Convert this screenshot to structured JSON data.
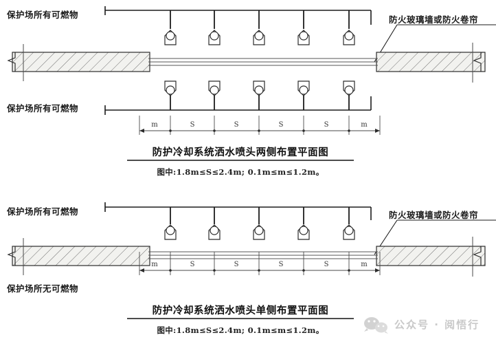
{
  "document": {
    "type": "fire-protection-cooling-system-sprinkler-layout-drawing",
    "background_color": "#ffffff",
    "line_color": "#1b1b1b"
  },
  "diagrams": [
    {
      "id": "two-side-layout",
      "labels": {
        "left_top": "保护场所有可燃物",
        "left_bottom": "保护场所有可燃物",
        "right_leader": "防火玻璃墙或防火卷帘"
      },
      "sprinkler_rows": [
        {
          "position": "above-wall",
          "orientation": "pendent",
          "count": 5
        },
        {
          "position": "below-wall",
          "orientation": "upright",
          "count": 5
        }
      ],
      "dimension_chain": [
        "m",
        "S",
        "S",
        "S",
        "S",
        "m"
      ],
      "caption": {
        "title": "防护冷却系统洒水喷头两侧布置平面图",
        "note": "图中:1.8m≤S≤2.4m;  0.1m≤m≤1.2m。"
      }
    },
    {
      "id": "single-side-layout",
      "labels": {
        "left_top": "保护场所有可燃物",
        "left_bottom": "保护场所无可燃物",
        "right_leader": "防火玻璃墙或防火卷帘"
      },
      "sprinkler_rows": [
        {
          "position": "above-wall",
          "orientation": "pendent",
          "count": 5
        }
      ],
      "dimension_chain": [
        "m",
        "S",
        "S",
        "S",
        "S",
        "m"
      ],
      "caption": {
        "title": "防护冷却系统洒水喷头单侧布置平面图",
        "note": "图中:1.8m≤S≤2.4m;  0.1m≤m≤1.2m。"
      }
    }
  ],
  "watermark": {
    "icon": "wechat-icon",
    "text": "公众号 · 阅悟行",
    "color": "#c9c9c9"
  }
}
